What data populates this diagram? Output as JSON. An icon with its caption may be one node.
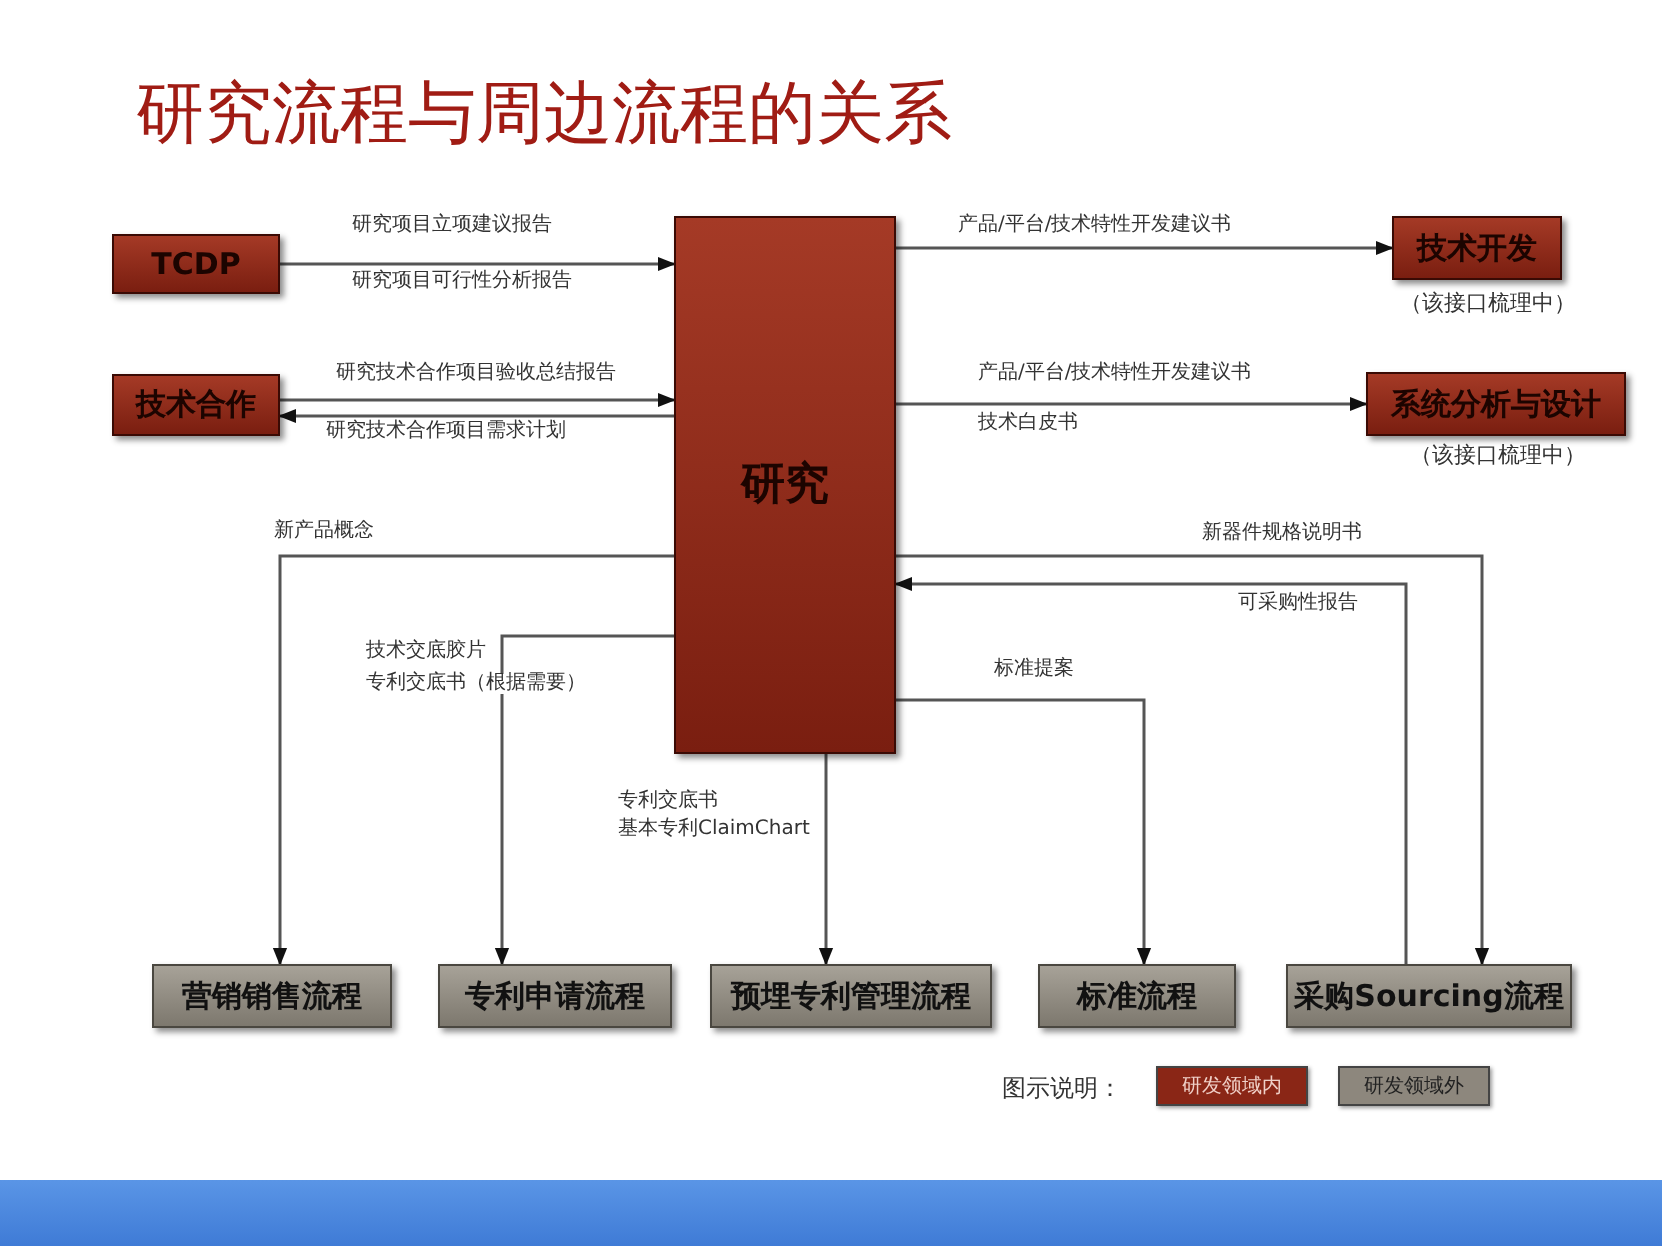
{
  "diagram": {
    "title": "研究流程与周边流程的关系",
    "nodes": [
      {
        "text": [
          "TCDP"
        ]
      },
      {
        "text": [
          "技术合作"
        ]
      },
      {
        "text": [
          "研究"
        ]
      },
      {
        "text": [
          "技术开发"
        ],
        "beside": [
          "（该接口梳理中）"
        ]
      },
      {
        "text": [
          "系统分析与设计"
        ],
        "beside": [
          "（该接口梳理中）"
        ]
      },
      {
        "text": [
          "营销销售流程"
        ]
      },
      {
        "text": [
          "专利申请流程"
        ]
      },
      {
        "text": [
          "预埋专利管理流程"
        ]
      },
      {
        "text": [
          "标准流程"
        ]
      },
      {
        "text": [
          "采购Sourcing流程"
        ]
      }
    ],
    "edges": [
      {
        "from": 0,
        "to": 2,
        "arrow": "to",
        "label": "研究项目立项建议报告"
      },
      {
        "from": 1,
        "to": 2,
        "arrow": "to",
        "label": "研究技术合作项目验收总结报告"
      },
      {
        "from": 2,
        "to": 1,
        "arrow": "to",
        "label": "研究技术合作项目需求计划"
      },
      {
        "from": 2,
        "to": 3,
        "arrow": "to",
        "label": "产品/平台/技术特性开发建议书"
      },
      {
        "from": 2,
        "to": 4,
        "arrow": "to",
        "label": "产品/平台/技术特性开发建议书"
      },
      {
        "from": 2,
        "to": 5,
        "arrow": "to",
        "label": "新产品概念"
      },
      {
        "from": 2,
        "to": 6,
        "arrow": "to",
        "label": "技术交底胶片"
      },
      {
        "from": 2,
        "to": 7,
        "arrow": "to",
        "label": "基本专利ClaimChart"
      },
      {
        "from": 2,
        "to": 8,
        "arrow": "to",
        "label": "标准提案"
      },
      {
        "from": 2,
        "to": 9,
        "arrow": "to",
        "label": "新器件规格说明书"
      },
      {
        "from": 9,
        "to": 2,
        "arrow": "to",
        "label": "可采购性报告"
      }
    ],
    "labels": [
      "研究项目可行性分析报告",
      "技术白皮书",
      "专利交底书（根据需要）",
      "专利交底书",
      "图示说明："
    ],
    "legend": [
      {
        "text": "研发领域内",
        "color": "#8a2616"
      },
      {
        "text": "研发领域外",
        "color": "#8d877d"
      }
    ]
  }
}
